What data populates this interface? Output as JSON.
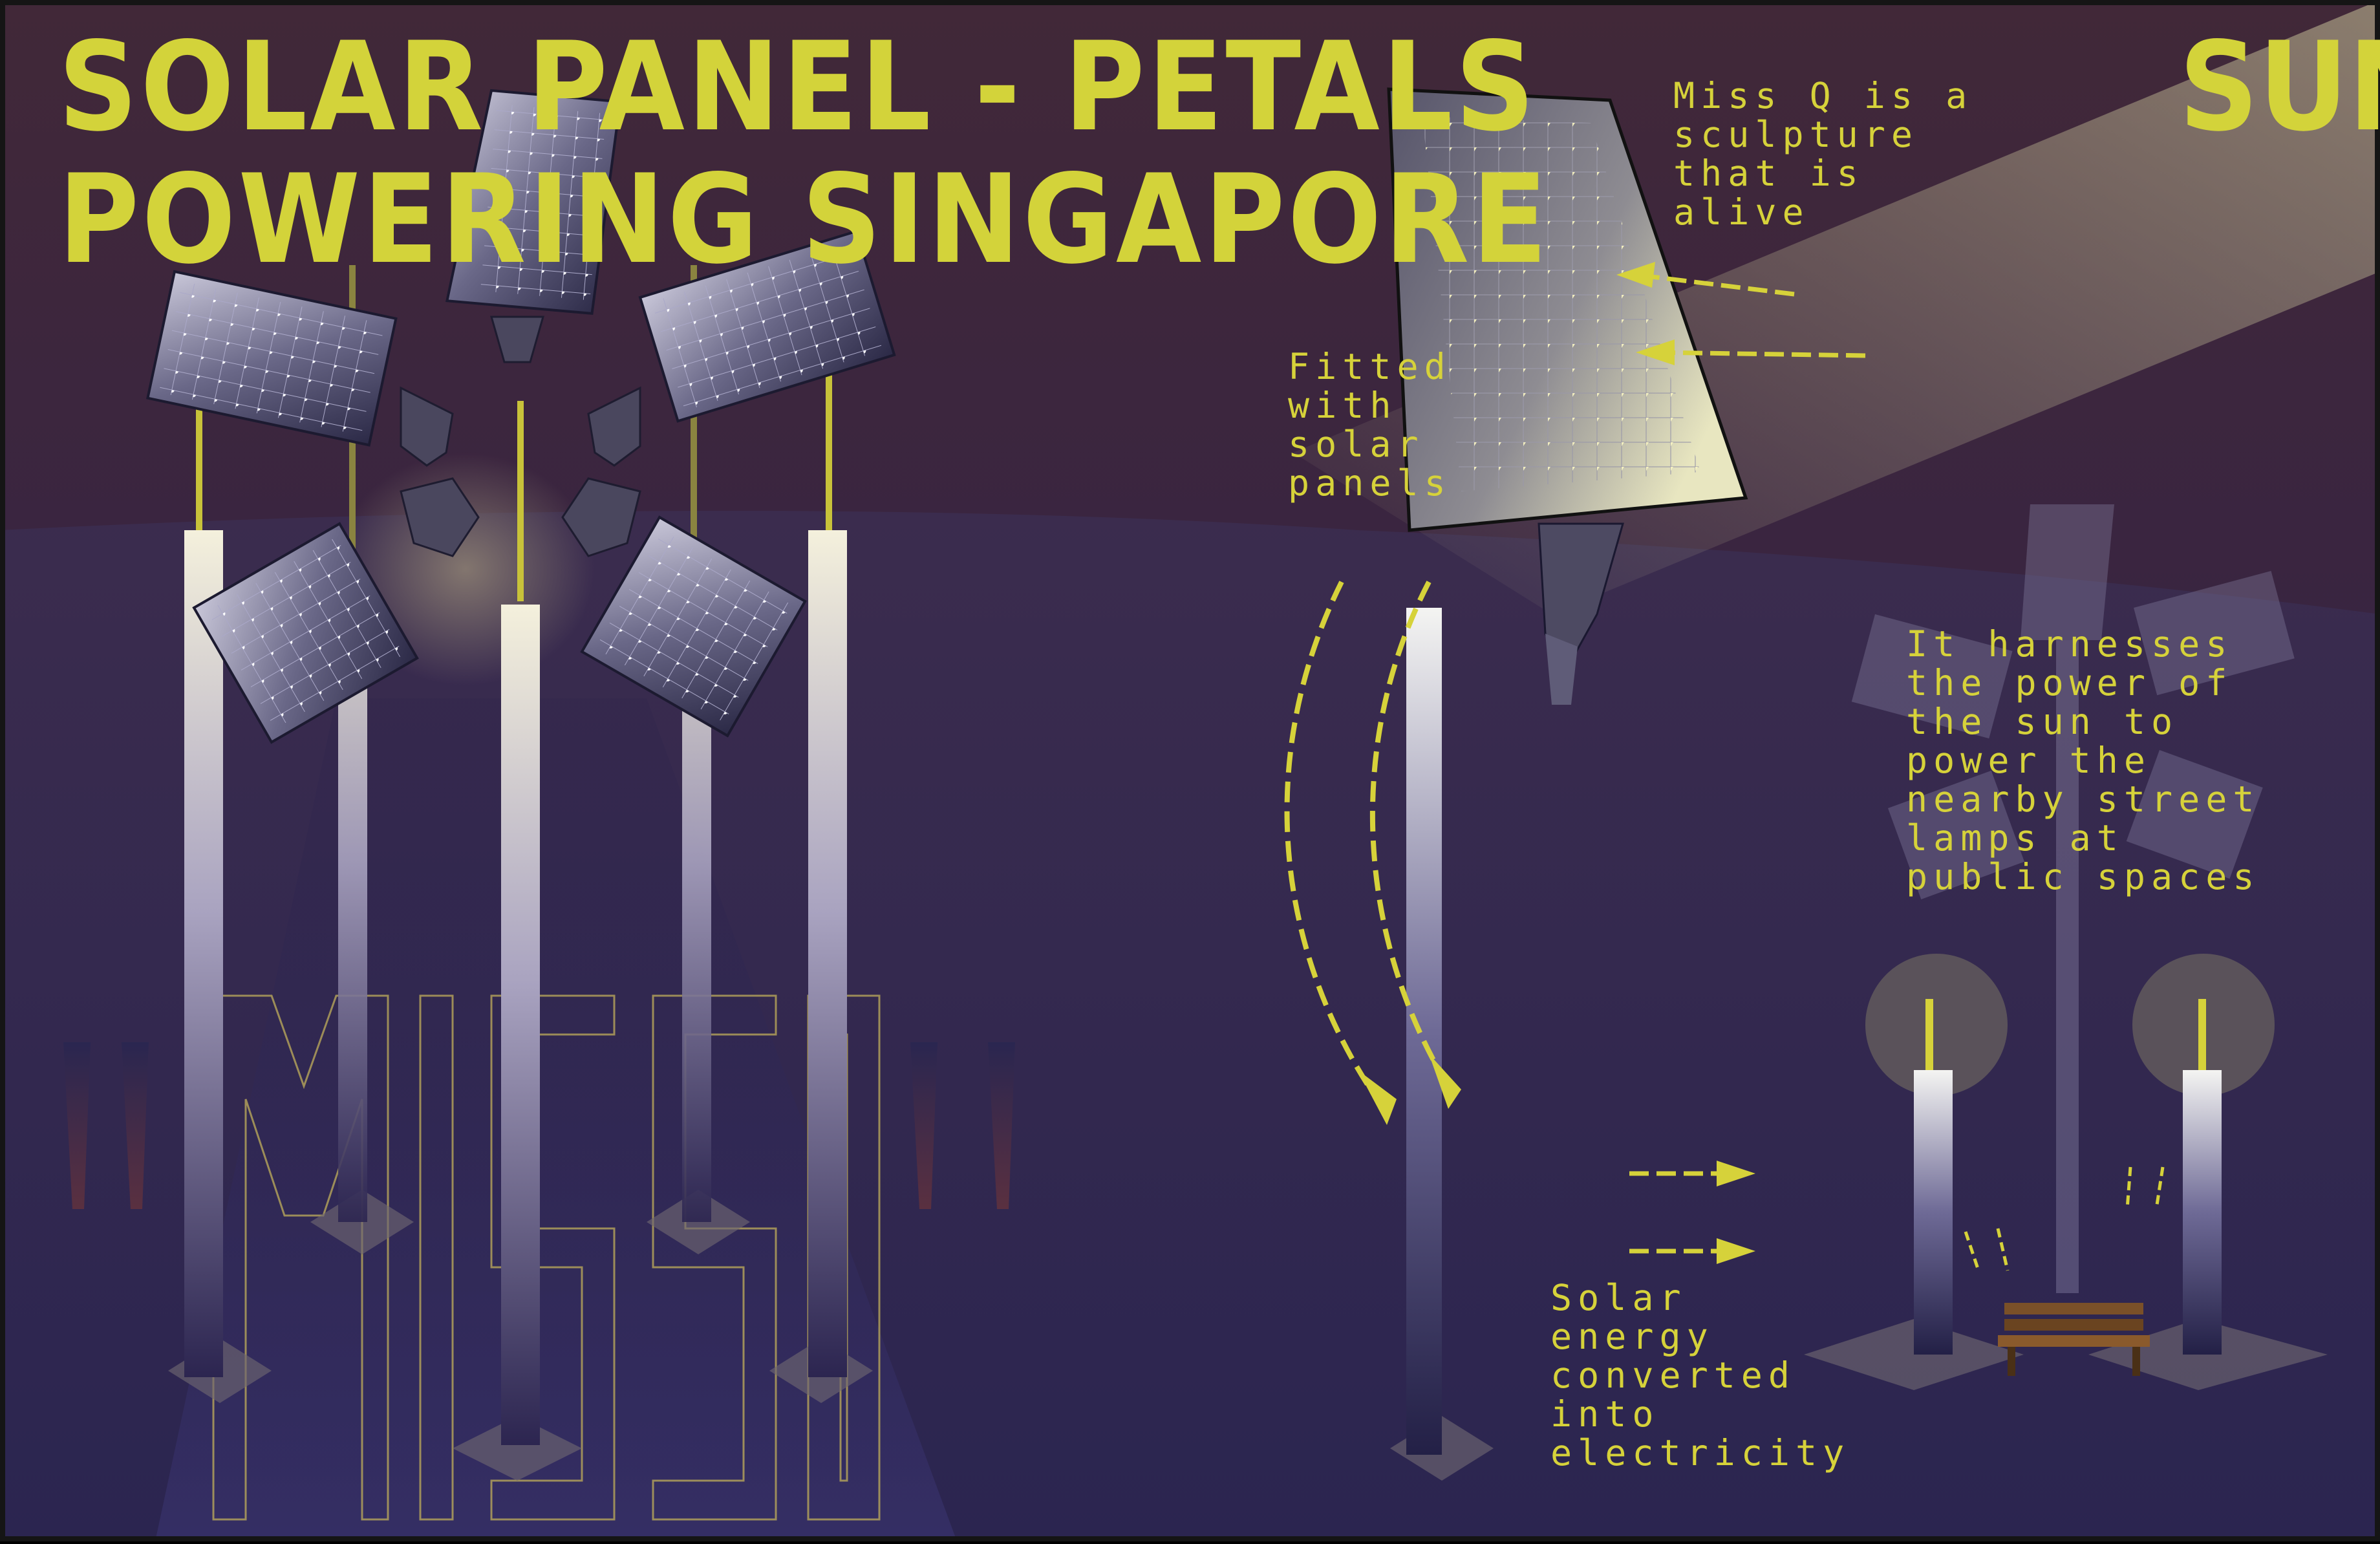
{
  "title": {
    "line1": "SOLAR PANEL - PETALS",
    "line2": "POWERING SINGAPORE"
  },
  "sun_label": "SUN",
  "sculpture_name": "\"MISS Q\"",
  "annotations": {
    "alive": "Miss Q is a\nsculpture\nthat is\nalive",
    "fitted": "Fitted\nwith\nsolar\npanels",
    "harnesses": "It harnesses\nthe power of\nthe sun to\npower the\nnearby street\nlamps at\npublic spaces",
    "energy": "Solar\nenergy\nconverted\ninto\nelectricity"
  },
  "colors": {
    "accent": "#d6d23a",
    "sky_top": "#3e2638",
    "ground": "#2c2350",
    "border": "#111111"
  },
  "icons": [
    "solar-panel-icon",
    "street-lamp-icon",
    "bench-icon",
    "arrow-icon"
  ]
}
